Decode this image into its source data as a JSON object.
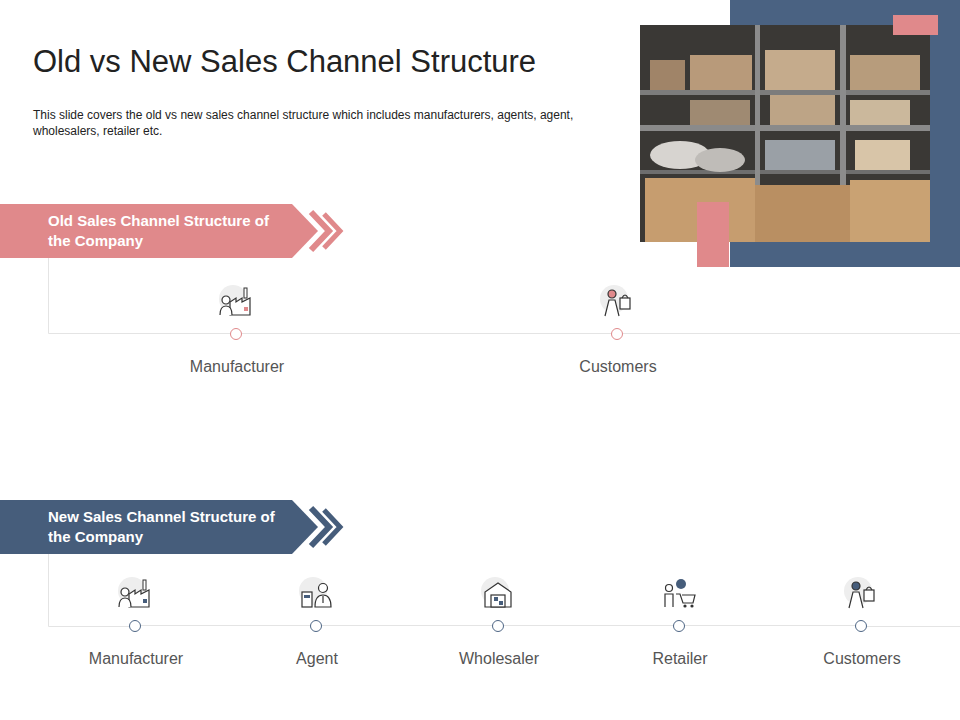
{
  "diagram": {
    "title": "Old vs New Sales Channel Structure",
    "caption": "This slide covers the old vs new sales channel structure which includes manufacturers, agents, agent, wholesalers, retailer etc.",
    "nodes": [
      {
        "text": [
          "Old Sales Channel Structure of the Company"
        ]
      },
      {
        "text": [
          "Manufacturer"
        ]
      },
      {
        "text": [
          "Customers"
        ]
      },
      {
        "text": [
          "New Sales Channel Structure of the Company"
        ]
      },
      {
        "text": [
          "Manufacturer"
        ]
      },
      {
        "text": [
          "Agent"
        ]
      },
      {
        "text": [
          "Wholesaler"
        ]
      },
      {
        "text": [
          "Retailer"
        ]
      },
      {
        "text": [
          "Customers"
        ]
      }
    ],
    "edges": [
      {
        "from": 1,
        "to": 2,
        "arrow": "none"
      },
      {
        "from": 4,
        "to": 5,
        "arrow": "none"
      },
      {
        "from": 5,
        "to": 6,
        "arrow": "none"
      },
      {
        "from": 6,
        "to": 7,
        "arrow": "none"
      },
      {
        "from": 7,
        "to": 8,
        "arrow": "none"
      }
    ]
  }
}
